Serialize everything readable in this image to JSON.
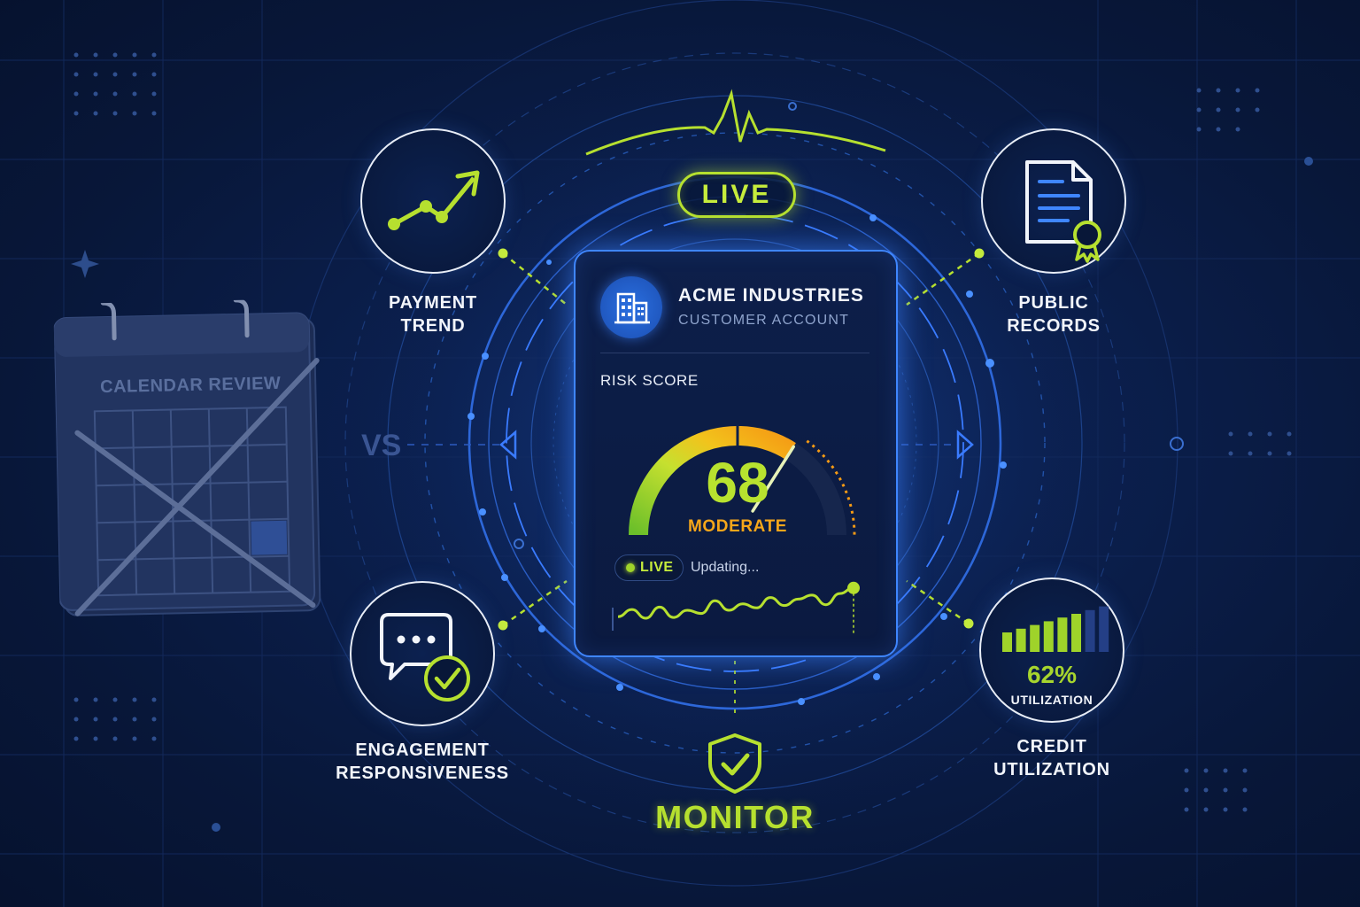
{
  "calendar": {
    "label": "CALENDAR REVIEW"
  },
  "vs_label": "VS",
  "live_badge": "LIVE",
  "factors": {
    "payment_trend": {
      "label_line1": "PAYMENT",
      "label_line2": "TREND",
      "icon": "trend-up-icon"
    },
    "public_records": {
      "label_line1": "PUBLIC",
      "label_line2": "RECORDS",
      "icon": "document-certificate-icon"
    },
    "engagement": {
      "label_line1": "ENGAGEMENT",
      "label_line2": "RESPONSIVENESS",
      "icon": "chat-check-icon"
    },
    "credit_utilization": {
      "label_line1": "CREDIT",
      "label_line2": "UTILIZATION",
      "icon": "bar-level-icon",
      "percent": "62%",
      "percent_value": 62,
      "sublabel": "UTILIZATION"
    }
  },
  "account": {
    "name": "ACME INDUSTRIES",
    "type": "CUSTOMER ACCOUNT",
    "icon": "building-icon",
    "risk_label": "RISK SCORE",
    "score": "68",
    "score_value": 68,
    "rating": "MODERATE",
    "live_label": "LIVE",
    "status_text": "Updating...",
    "spark_values": [
      2.2,
      3.1,
      2.0,
      3.4,
      2.1,
      3.0,
      2.6,
      4.2,
      3.0,
      3.8,
      3.3,
      4.6,
      3.6,
      4.4,
      4.9,
      3.7,
      5.1,
      5.8
    ]
  },
  "monitor": {
    "label": "MONITOR",
    "icon": "shield-check-icon"
  },
  "colors": {
    "accent_lime": "#b6e02f",
    "accent_blue": "#3f86ff",
    "warning_orange": "#f5a61a",
    "background": "#0a1a3f"
  }
}
